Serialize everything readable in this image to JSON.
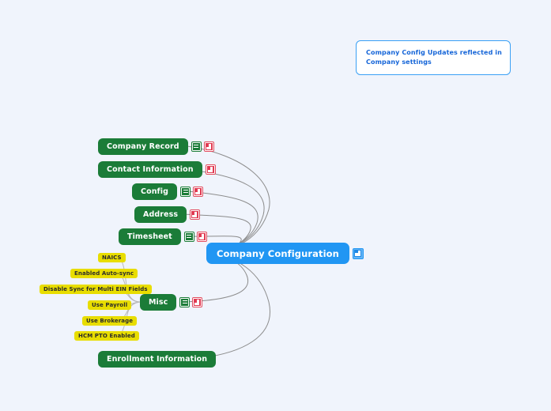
{
  "canvas": {
    "background": "#f0f4fc",
    "edge_color": "#8c8c8c"
  },
  "note_card": {
    "text": "Company Config Updates reflected in Company settings",
    "border_color": "#3aa0f5",
    "text_color": "#1565d8"
  },
  "root": {
    "label": "Company Configuration",
    "color": "#2196f3",
    "badge": "link-icon"
  },
  "branches": [
    {
      "label": "Company Record",
      "color": "#1b7c38",
      "badges": [
        "note-icon",
        "attachment-icon"
      ]
    },
    {
      "label": "Contact Information",
      "color": "#1b7c38",
      "badges": [
        "attachment-icon"
      ]
    },
    {
      "label": "Config",
      "color": "#1b7c38",
      "badges": [
        "note-icon",
        "attachment-icon"
      ]
    },
    {
      "label": "Address",
      "color": "#1b7c38",
      "badges": [
        "attachment-icon"
      ]
    },
    {
      "label": "Timesheet",
      "color": "#1b7c38",
      "badges": [
        "note-icon",
        "attachment-icon"
      ]
    },
    {
      "label": "Misc",
      "color": "#1b7c38",
      "badges": [
        "note-icon",
        "attachment-icon"
      ]
    },
    {
      "label": "Enrollment Information",
      "color": "#1b7c38",
      "badges": []
    }
  ],
  "leaves": [
    {
      "label": "NAICS",
      "color": "#e8dd00",
      "parent": "Misc"
    },
    {
      "label": "Enabled Auto-sync",
      "color": "#e8dd00",
      "parent": "Misc"
    },
    {
      "label": "Disable Sync for Multi EIN Fields",
      "color": "#e8dd00",
      "parent": "Misc"
    },
    {
      "label": "Use Payroll",
      "color": "#e8dd00",
      "parent": "Misc"
    },
    {
      "label": "Use Brokerage",
      "color": "#e8dd00",
      "parent": "Misc"
    },
    {
      "label": "HCM PTO Enabled",
      "color": "#e8dd00",
      "parent": "Misc"
    }
  ]
}
